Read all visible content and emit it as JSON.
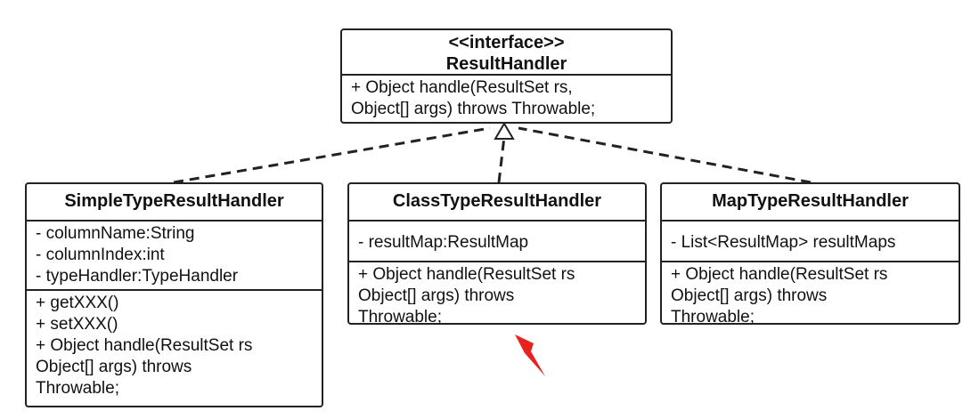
{
  "colors": {
    "stroke": "#222222",
    "arrow": "#e8231f"
  },
  "classes": {
    "interface": {
      "stereotype": "<<interface>>",
      "name": "ResultHandler",
      "methods": [
        "+ Object handle(ResultSet rs,",
        "Object[] args) throws Throwable;"
      ]
    },
    "simple": {
      "name": "SimpleTypeResultHandler",
      "fields": [
        "- columnName:String",
        "- columnIndex:int",
        "- typeHandler:TypeHandler"
      ],
      "methods": [
        "+ getXXX()",
        "+ setXXX()",
        "+ Object handle(ResultSet rs",
        "Object[] args) throws",
        "Throwable;"
      ]
    },
    "classtype": {
      "name": "ClassTypeResultHandler",
      "fields": [
        "- resultMap:ResultMap"
      ],
      "methods": [
        "+ Object handle(ResultSet rs",
        "Object[] args) throws",
        "Throwable;"
      ]
    },
    "maptype": {
      "name": "MapTypeResultHandler",
      "fields": [
        "- List<ResultMap> resultMaps"
      ],
      "methods": [
        "+ Object handle(ResultSet rs",
        "Object[] args) throws",
        "Throwable;"
      ]
    }
  }
}
